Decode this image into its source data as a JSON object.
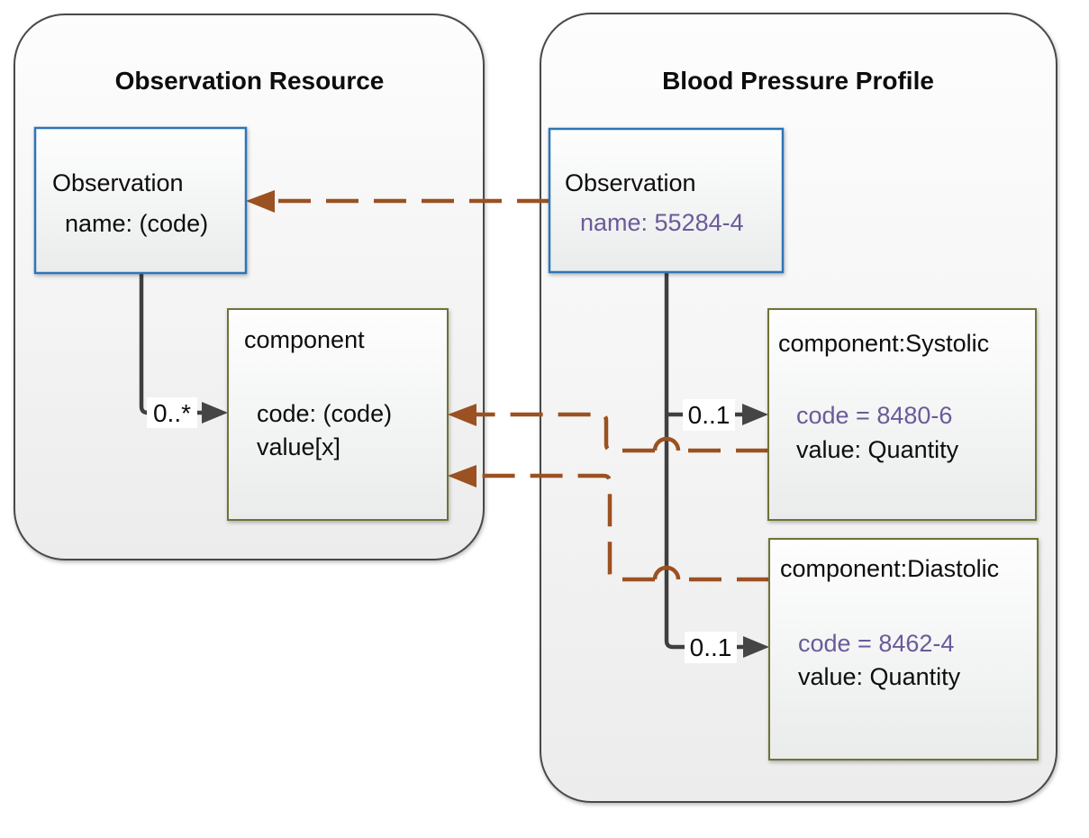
{
  "diagram": {
    "left_panel": {
      "title": "Observation Resource",
      "observation_box": {
        "name": "Observation",
        "attribute": "name: (code)"
      },
      "component_box": {
        "name": "component",
        "attribute1": "code: (code)",
        "attribute2": "value[x]"
      },
      "component_multiplicity": "0..*"
    },
    "right_panel": {
      "title": "Blood Pressure Profile",
      "observation_box": {
        "name": "Observation",
        "attribute": "name: 55284-4"
      },
      "systolic_box": {
        "name": "component:Systolic",
        "attribute1": "code = 8480-6",
        "attribute2": "value: Quantity",
        "multiplicity": "0..1"
      },
      "diastolic_box": {
        "name": "component:Diastolic",
        "attribute1": "code = 8462-4",
        "attribute2": "value: Quantity",
        "multiplicity": "0..1"
      }
    },
    "colors": {
      "panel_border": "#4a4a4a",
      "observation_box_border": "#2e75b6",
      "component_box_border": "#6f7239",
      "solid_connector": "#3f3f3f",
      "dashed_connector": "#9b5121",
      "constraint_value_text": "#6b5b99",
      "body_text": "#0d0d0d"
    }
  }
}
